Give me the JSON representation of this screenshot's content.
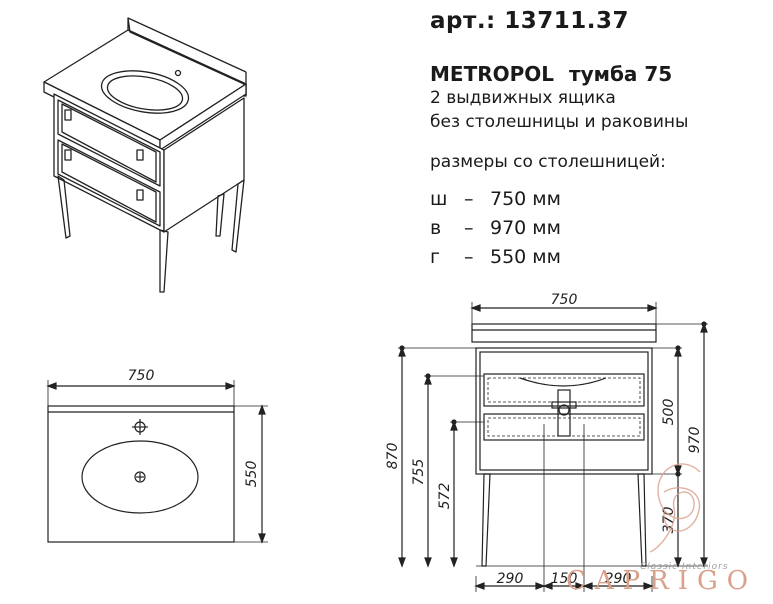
{
  "header": {
    "article": "арт.: 13711.37",
    "product_name": "METROPOL",
    "product_type": "тумба 75",
    "desc_line1": "2 выдвижных ящика",
    "desc_line2": "без столешницы и раковины",
    "desc_line3": "размеры со столешницей:"
  },
  "dimensions": [
    {
      "key": "ш",
      "value": "750 мм"
    },
    {
      "key": "в",
      "value": "970 мм"
    },
    {
      "key": "г",
      "value": "550 мм"
    }
  ],
  "dash": "–",
  "top_view": {
    "width_label": "750",
    "depth_label": "550"
  },
  "front_view": {
    "top_width": "750",
    "h870": "870",
    "h755": "755",
    "h572": "572",
    "h500": "500",
    "h970": "970",
    "h370": "370",
    "b290a": "290",
    "b150": "150",
    "b290b": "290"
  },
  "brand": {
    "sub": "Classic Interiors",
    "name": "CAPRIGO",
    "accent": "#d9a08a"
  }
}
